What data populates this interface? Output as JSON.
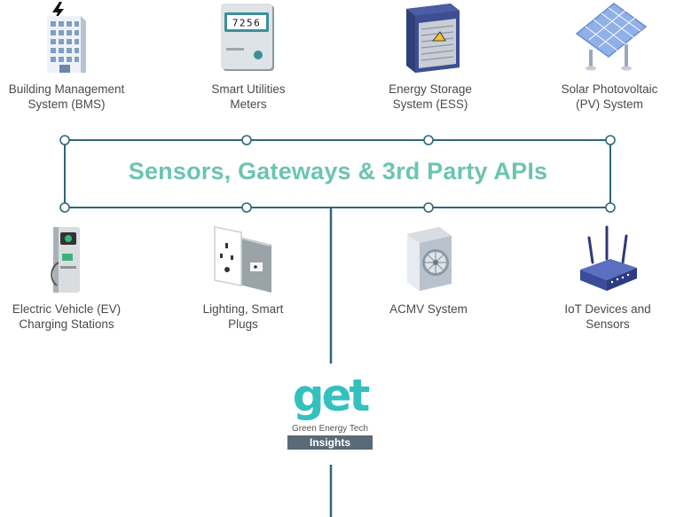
{
  "hub": {
    "title": "Sensors, Gateways & 3rd Party APIs"
  },
  "devices_top": [
    {
      "label": "Building Management\nSystem (BMS)",
      "icon": "building-icon"
    },
    {
      "label": "Smart Utilities\nMeters",
      "icon": "meter-icon",
      "meter_reading": "7256"
    },
    {
      "label": "Energy Storage\nSystem (ESS)",
      "icon": "energy-storage-icon"
    },
    {
      "label": "Solar Photovoltaic\n(PV) System",
      "icon": "solar-panel-icon"
    }
  ],
  "devices_bottom": [
    {
      "label": "Electric Vehicle (EV)\nCharging Stations",
      "icon": "ev-charger-icon"
    },
    {
      "label": "Lighting, Smart\nPlugs",
      "icon": "smart-plug-icon"
    },
    {
      "label": "ACMV System",
      "icon": "air-conditioner-icon"
    },
    {
      "label": "IoT Devices and\nSensors",
      "icon": "iot-router-icon"
    }
  ],
  "brand": {
    "logo": "get",
    "tagline": "Green Energy Tech",
    "badge": "Insights"
  },
  "colors": {
    "accent": "#6cc4b1",
    "line": "#2f6778",
    "logo": "#35c0c0",
    "badge": "#5a6a77"
  }
}
